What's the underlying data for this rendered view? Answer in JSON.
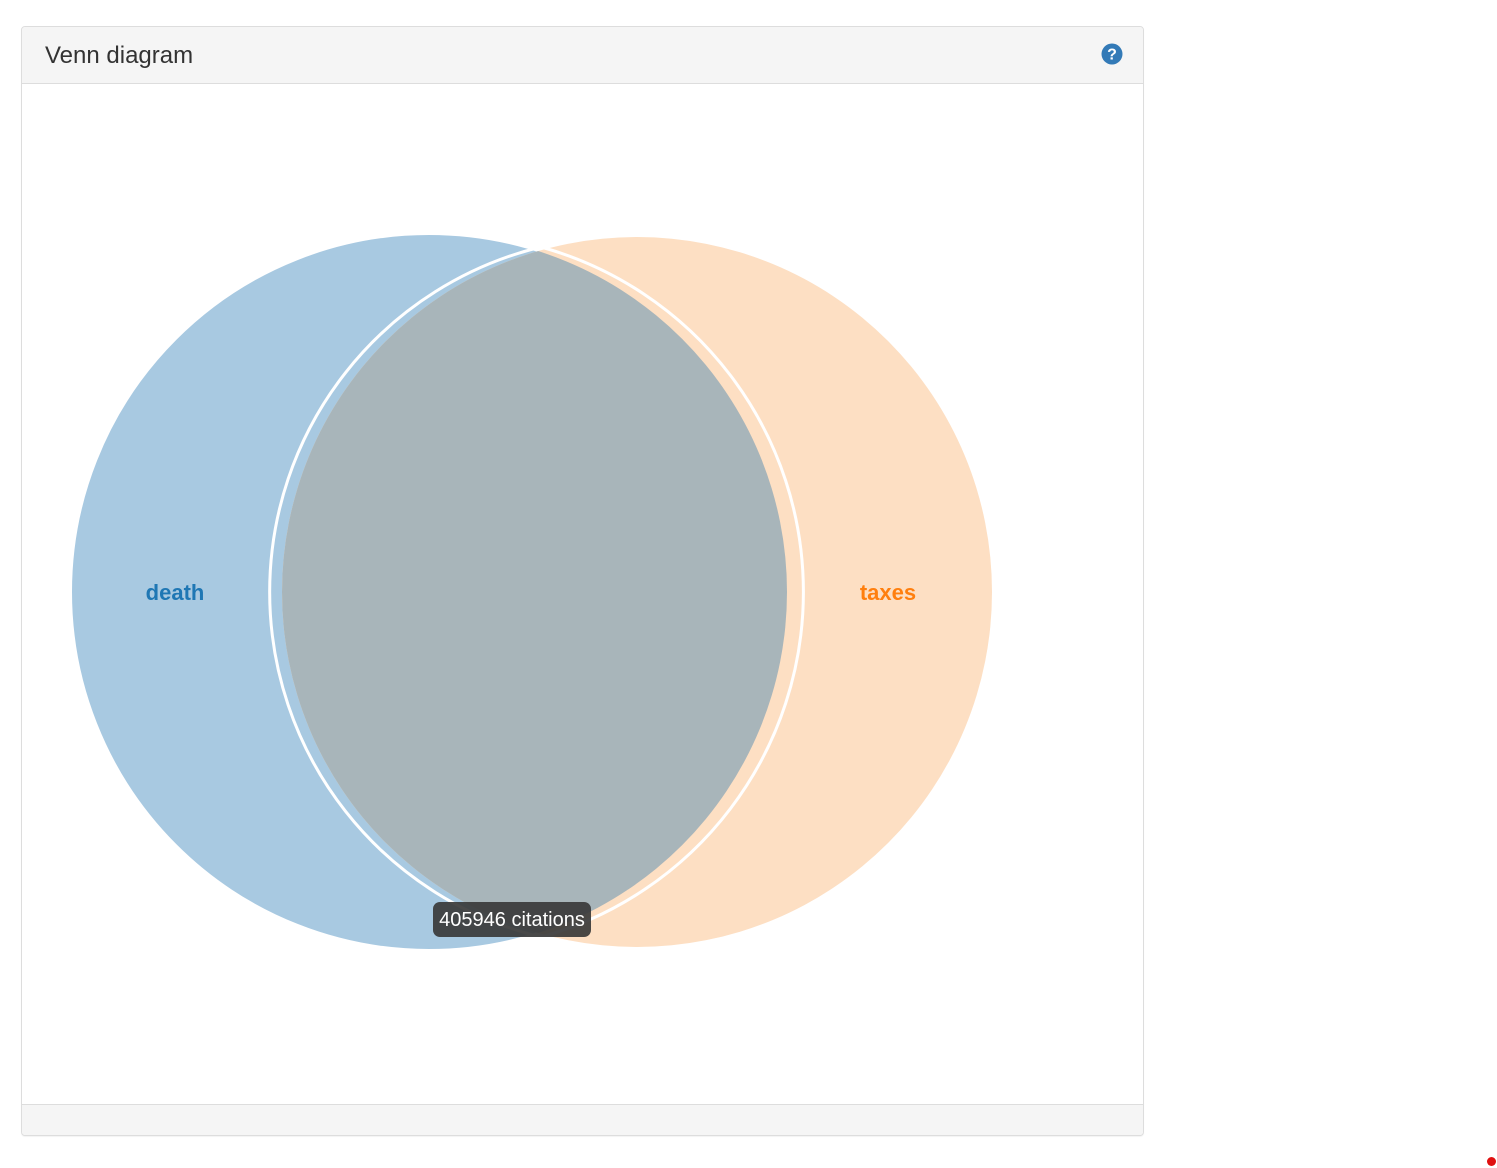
{
  "panel": {
    "title": "Venn diagram",
    "help_icon": "question-circle-icon"
  },
  "venn": {
    "sets": [
      {
        "label": "death",
        "color": "#1f77b4",
        "fill": "#a8c9e1"
      },
      {
        "label": "taxes",
        "color": "#ff7f0e",
        "fill": "#fddfc3"
      }
    ],
    "intersection_fill": "#a8b5ba",
    "tooltip": "405946 citations"
  },
  "colors": {
    "help_icon": "#337ab7",
    "tooltip_bg": "#3a3a3a",
    "status_dot": "#e01010"
  }
}
